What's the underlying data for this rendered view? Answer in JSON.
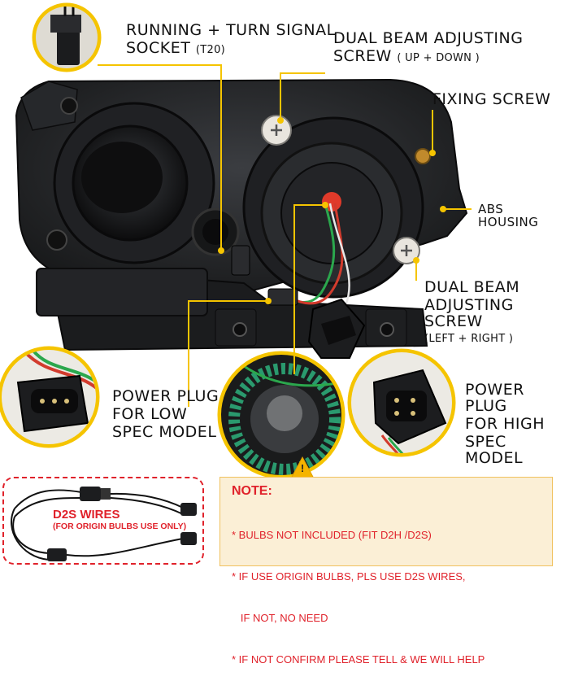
{
  "labels": {
    "running_socket_line1": "RUNNING + TURN SIGNAL",
    "running_socket_line2": "SOCKET",
    "running_socket_sub": "(T20)",
    "dual_beam_updown_line1": "DUAL BEAM ADJUSTING",
    "dual_beam_updown_line2": "SCREW",
    "dual_beam_updown_sub": "( UP + DOWN )",
    "fixing_screw": "FIXING SCREW",
    "abs_housing": "ABS HOUSING",
    "dual_beam_lr_line1": "DUAL BEAM",
    "dual_beam_lr_line2": "ADJUSTING SCREW",
    "dual_beam_lr_sub": "(LEFT + RIGHT )",
    "power_low_line1": "POWER PLUG",
    "power_low_line2": "FOR LOW",
    "power_low_line3": "SPEC MODEL",
    "power_high_line1": "POWER PLUG",
    "power_high_line2": "FOR HIGH",
    "power_high_line3": "SPEC MODEL"
  },
  "note": {
    "title": "NOTE:",
    "lines": [
      "* BULBS NOT INCLUDED (FIT D2H /D2S)",
      "* IF USE ORIGIN BULBS, PLS USE D2S WIRES,",
      "   IF NOT, NO NEED",
      "* IF NOT CONFIRM PLEASE TELL & WE WILL HELP"
    ]
  },
  "d2s": {
    "title": "D2S WIRES",
    "subtitle": "(FOR ORIGIN BULBS USE ONLY)"
  },
  "warning_symbol": "!",
  "colors": {
    "callout_yellow": "#f5c400",
    "note_red": "#e0222b",
    "note_bg": "#fbefd6",
    "housing_dark": "#1d1e20"
  }
}
